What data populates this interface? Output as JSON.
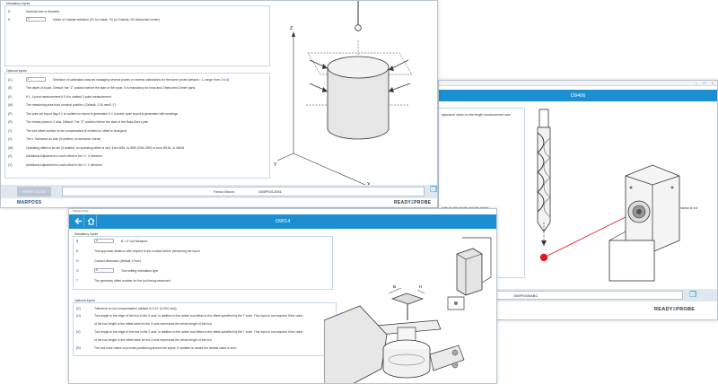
{
  "window1": {
    "mandatory_label": "Mandatory Inputs",
    "mandatory_rows": [
      {
        "code": "D",
        "value": "",
        "text": "Nominal size or diameter"
      },
      {
        "code": "S",
        "value": "3",
        "text": "Inside or Outside selection (S1 for Inside, S2 for Outside, S3 obstructed center)"
      }
    ],
    "optional_label": "Optional Inputs",
    "optional_rows": [
      {
        "code": "(C)",
        "value": "1",
        "text": "Selection of calibration data set managing several probes or several calibrations for the same probe (default = 1, range from 1 to 4)"
      },
      {
        "code": "(E)",
        "value": "",
        "text": "The depth of touch. Default: the \"Z\" position before the start of the cycle. It is mandatory for boss and Obstructed Center parts."
      },
      {
        "code": "(F)",
        "value": "",
        "text": "If 1, 4 point measurement if 0 it is omitted 3 point measurement"
      },
      {
        "code": "(M)",
        "value": "",
        "text": "The measuring area from nominal position. (Default: 2.54 mm/0.1\")"
      },
      {
        "code": "(P)",
        "value": "",
        "text": "The print out report flag If 1 is omitted no report is generated, if 1 a probe cycle report is generated with headings"
      },
      {
        "code": "(R)",
        "value": "",
        "text": "The retract plane in Z axis. Default: The \"Z\" position before the start of the Boss-Bore cycle"
      },
      {
        "code": "(T)",
        "value": "",
        "text": "The tool offset number to be compensated (if omitted no offset is changed)"
      },
      {
        "code": "(V)",
        "value": "",
        "text": "The ± Tolerance on size (if omitted, no tolerance check)"
      },
      {
        "code": "(W)",
        "value": "",
        "text": "Operating offset to be set (if omitted, no operating offset is set), from W54, to W59 (G54-G59) or from W151, to W648"
      },
      {
        "code": "(X)",
        "value": "",
        "text": "Additional Adjustment to work offset in the +/- X direction"
      },
      {
        "code": "(Y)",
        "value": "",
        "text": "Additional Adjustment to work offset in the +/- Y direction"
      }
    ],
    "insert_button": "INSERT CLOSE",
    "macro_label": "Fanuc Macro",
    "macro_name": "G65P9312051",
    "brand_left": "MARPOSS",
    "brand_right_a": "READY",
    "brand_right_b": "PROBE"
  },
  "window2": {
    "title": "O9406",
    "note": "approach value on the length measurement axis",
    "note2": "safe for the length and the radius",
    "note3": "",
    "note4": "tool radius is not",
    "macro_name": "G65P9406ABC",
    "brand_a": "READY",
    "brand_b": "PROBE",
    "controls": [
      "–",
      "□",
      "×"
    ]
  },
  "window3": {
    "menu_label": "Mazak Probe",
    "title": "O9014",
    "mandatory_label": "Mandatory Inputs",
    "mandatory_rows": [
      {
        "code": "B",
        "value": "0",
        "text": "B = 0 Tool Measure"
      },
      {
        "code": "E",
        "value": "",
        "text": "Tool approach distance with respect to the contact before performing the touch"
      },
      {
        "code": "H",
        "value": "",
        "text": "Contact dimension (default 17mm)"
      },
      {
        "code": "G",
        "value": "0",
        "text": "Tool setting orientation type"
      },
      {
        "code": "T",
        "value": "",
        "text": "The geometry offset number for the tool being measured"
      }
    ],
    "optional_label": "Optional Inputs",
    "optional_rows": [
      {
        "code": "(D)",
        "value": "",
        "text": "Tolerance on tool compensation (default is 0.01\" (0.254 mm))"
      },
      {
        "code": "(U)",
        "value": "",
        "text": "Tool length in the edge of the tool in the X axis, in addition to the active tool offset or the offset specified by the T code. This input is not required if the value"
      },
      {
        "code": "",
        "value": "",
        "text": "of the tool length is the offset table for the X axis represents the whole length of the tool"
      },
      {
        "code": "(V)",
        "value": "",
        "text": "Tool length to the edge of the tool in the Z axis, in addition to the active tool offset or the offset specified by the T code. This input is not required if the value"
      },
      {
        "code": "",
        "value": "",
        "text": "of the tool length in the offset table for the Z axis represents the whole length of the tool"
      },
      {
        "code": "(R)",
        "value": "",
        "text": "The tool nose radius to provide positioning around the stylus. If variable is vacant the default value is zero."
      }
    ]
  },
  "drawing1": {
    "axis_z": "Z",
    "axis_x": "X",
    "axis_y": "Y"
  },
  "drawing3": {
    "label_b": "B",
    "label_h": "H"
  },
  "icons": {
    "back": "arrow-left-icon",
    "home": "home-icon",
    "doc": "document-icon"
  },
  "colors": {
    "accent": "#1b8fd2",
    "probe_tip": "#e0191f",
    "brand_logo": "#15498c"
  }
}
